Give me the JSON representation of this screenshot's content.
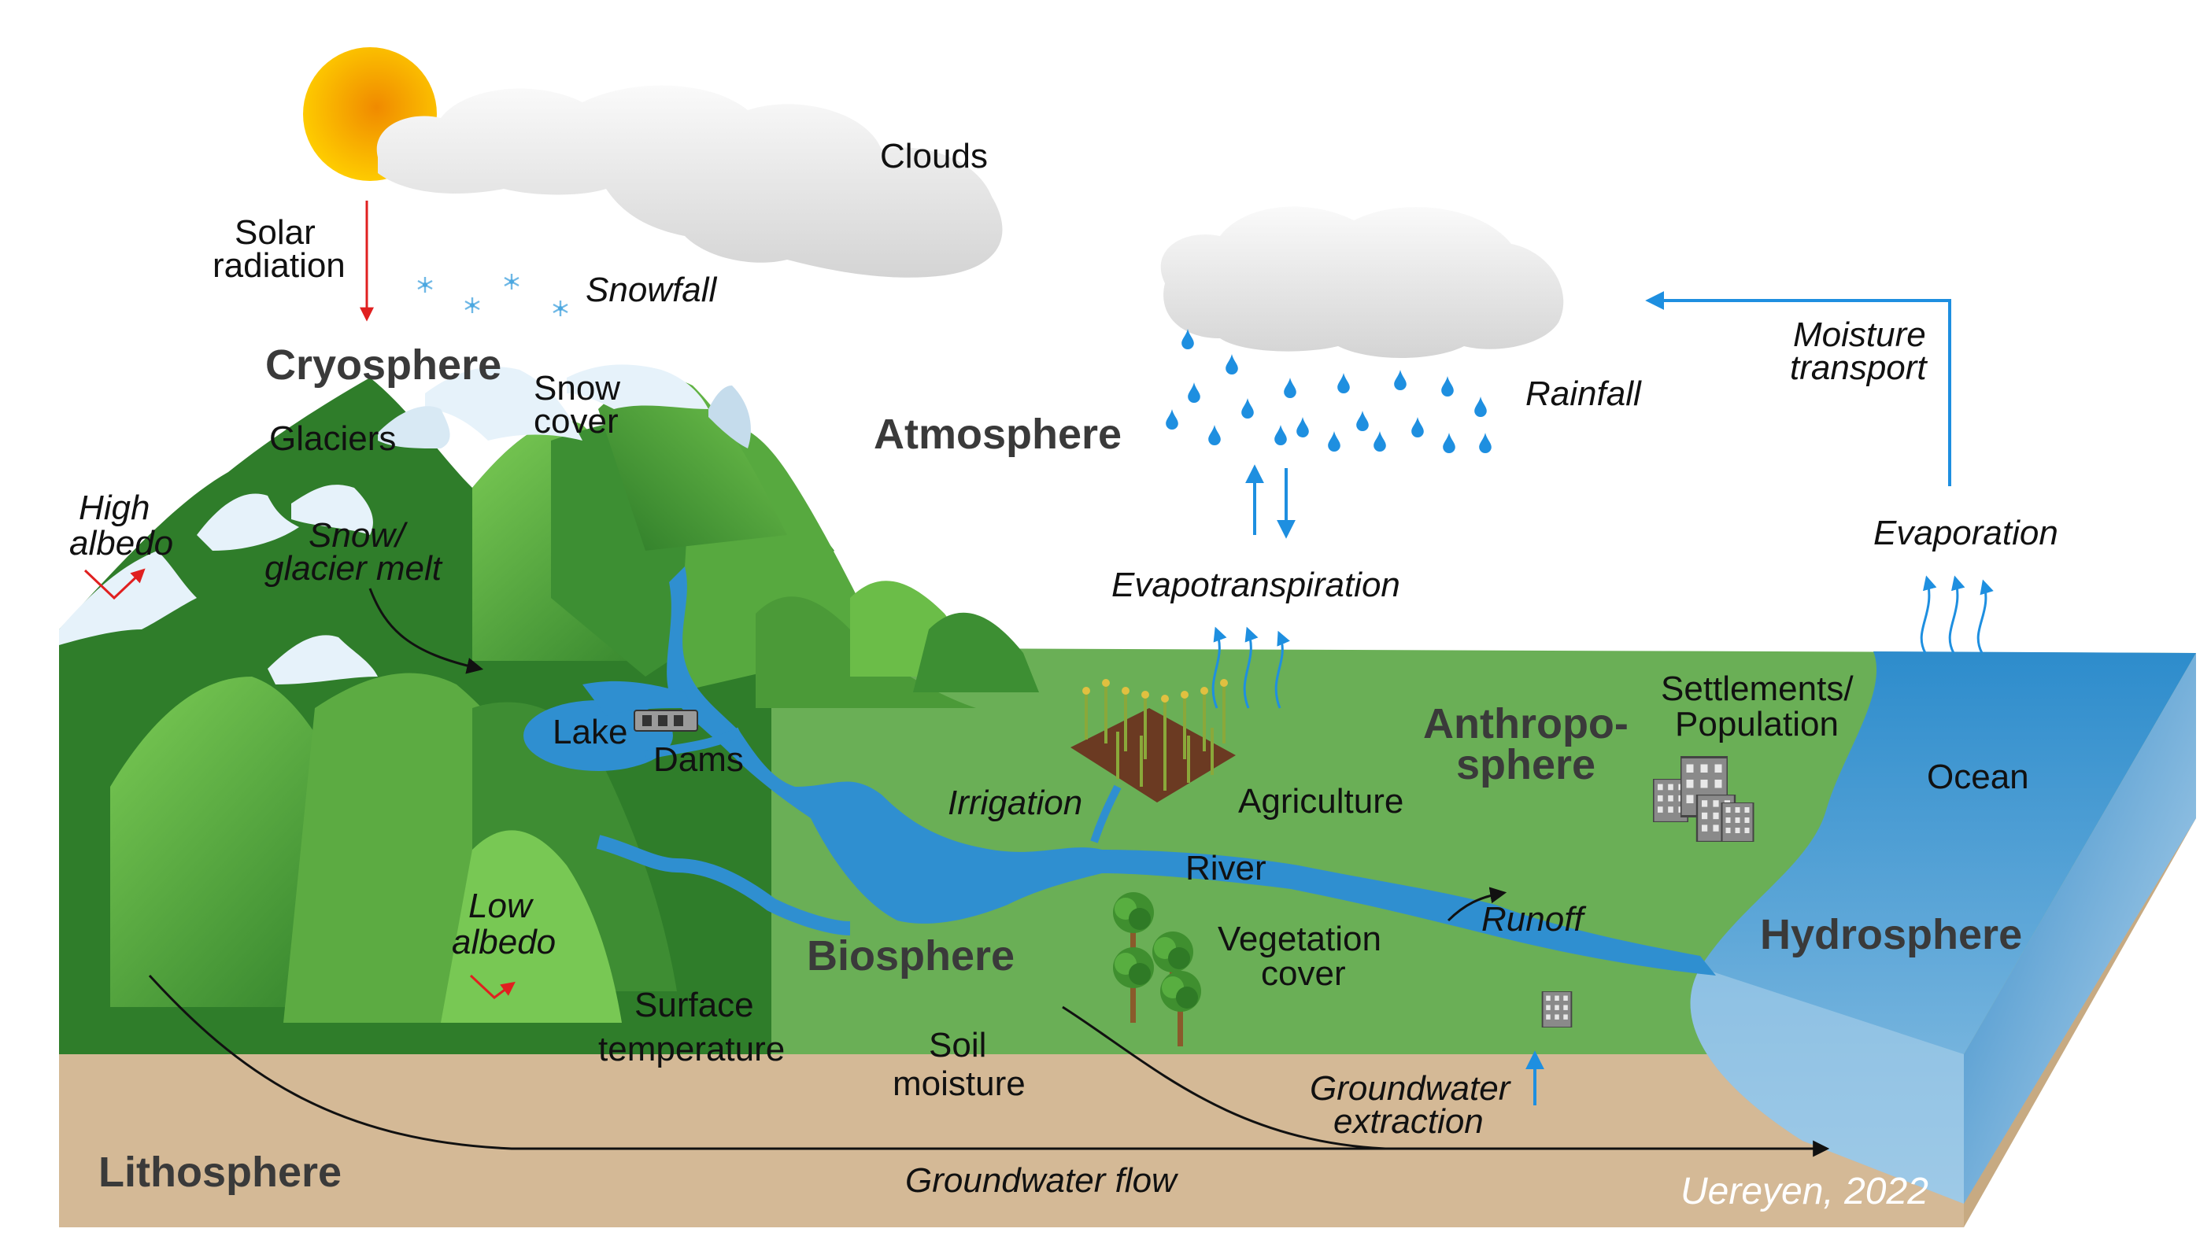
{
  "labels": {
    "clouds": "Clouds",
    "solar_line1": "Solar",
    "solar_line2": "radiation",
    "snowfall": "Snowfall",
    "cryosphere": "Cryosphere",
    "snow_cover_line1": "Snow",
    "snow_cover_line2": "cover",
    "glaciers": "Glaciers",
    "high_albedo_line1": "High",
    "high_albedo_line2": "albedo",
    "melt_line1": "Snow/",
    "melt_line2": "glacier melt",
    "atmosphere": "Atmosphere",
    "rainfall": "Rainfall",
    "moisture_line1": "Moisture",
    "moisture_line2": "transport",
    "evaporation": "Evaporation",
    "evapotranspiration": "Evapotranspiration",
    "lake": "Lake",
    "dams": "Dams",
    "irrigation": "Irrigation",
    "agriculture": "Agriculture",
    "anthropo_line1": "Anthropo-",
    "anthropo_line2": "sphere",
    "settlements_line1": "Settlements/",
    "settlements_line2": "Population",
    "ocean": "Ocean",
    "river": "River",
    "runoff": "Runoff",
    "hydrosphere": "Hydrosphere",
    "biosphere": "Biosphere",
    "vegetation_line1": "Vegetation",
    "vegetation_line2": "cover",
    "low_albedo_line1": "Low",
    "low_albedo_line2": "albedo",
    "surface_line1": "Surface",
    "surface_line2": "temperature",
    "soil_line1": "Soil",
    "soil_line2": "moisture",
    "groundwater_extraction_line1": "Groundwater",
    "groundwater_extraction_line2": "extraction",
    "lithosphere": "Lithosphere",
    "groundwater_flow": "Groundwater flow",
    "credit": "Uereyen, 2022"
  },
  "colors": {
    "land": "#6aaf56",
    "mountain_dark": "#2f7d2a",
    "mountain_light": "#6cbf4a",
    "water": "#2f8fd0",
    "ocean": "#3d93cf",
    "soil": "#d2b894",
    "snow": "#e6f2fa",
    "arrow_blue": "#1e8fe0",
    "arrow_red": "#e02020",
    "sun": "#f5b400"
  },
  "icons": [
    "sun-icon",
    "cloud-icon",
    "snowflake-icon",
    "raindrop-icon",
    "dam-icon",
    "crop-field-icon",
    "building-icon",
    "tree-icon"
  ]
}
